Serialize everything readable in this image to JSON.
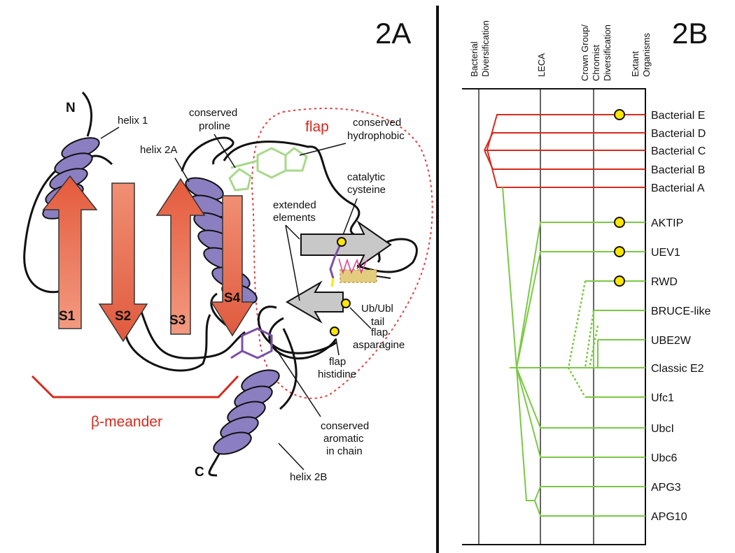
{
  "panel_a": {
    "label": "2A",
    "terminus_n": "N",
    "terminus_c": "C",
    "strands": [
      "S1",
      "S2",
      "S3",
      "S4"
    ],
    "beta_meander": "β-meander",
    "flap": "flap",
    "annotations": {
      "helix1": "helix 1",
      "helix2a": "helix 2A",
      "helix2b": "helix 2B",
      "proline_1": "conserved",
      "proline_2": "proline",
      "hydrophobic_1": "conserved",
      "hydrophobic_2": "hydrophobic",
      "cysteine_1": "catalytic",
      "cysteine_2": "cysteine",
      "extended_1": "extended",
      "extended_2": "elements",
      "ubtail_1": "Ub/Ubl",
      "ubtail_2": "tail",
      "asparagine_1": "flap",
      "asparagine_2": "asparagine",
      "histidine_1": "flap",
      "histidine_2": "histidine",
      "aromatic_1": "conserved",
      "aromatic_2": "aromatic",
      "aromatic_3": "in chain"
    }
  },
  "panel_b": {
    "label": "2B",
    "columns": [
      {
        "lines": [
          "Bacterial",
          "Diversification"
        ]
      },
      {
        "lines": [
          "LECA"
        ]
      },
      {
        "lines": [
          "Crown Group/",
          "Chromist",
          "Diversification"
        ]
      },
      {
        "lines": [
          "Extant",
          "Organisms"
        ]
      }
    ],
    "leaves": [
      {
        "name": "Bacterial E",
        "group": "bacterial",
        "marker": true
      },
      {
        "name": "Bacterial D",
        "group": "bacterial",
        "marker": false
      },
      {
        "name": "Bacterial C",
        "group": "bacterial",
        "marker": false
      },
      {
        "name": "Bacterial B",
        "group": "bacterial",
        "marker": false
      },
      {
        "name": "Bacterial A",
        "group": "bacterial",
        "marker": false
      },
      {
        "name": "AKTIP",
        "group": "eukaryotic",
        "marker": true
      },
      {
        "name": "UEV1",
        "group": "eukaryotic",
        "marker": true
      },
      {
        "name": "RWD",
        "group": "eukaryotic",
        "marker": true
      },
      {
        "name": "BRUCE-like",
        "group": "eukaryotic",
        "marker": false
      },
      {
        "name": "UBE2W",
        "group": "eukaryotic",
        "marker": false
      },
      {
        "name": "Classic E2",
        "group": "eukaryotic",
        "marker": false
      },
      {
        "name": "Ufc1",
        "group": "eukaryotic",
        "marker": false
      },
      {
        "name": "UbcI",
        "group": "eukaryotic",
        "marker": false
      },
      {
        "name": "Ubc6",
        "group": "eukaryotic",
        "marker": false
      },
      {
        "name": "APG3",
        "group": "eukaryotic",
        "marker": false
      },
      {
        "name": "APG10",
        "group": "eukaryotic",
        "marker": false
      }
    ]
  },
  "colors": {
    "bacterial_branch": "#d52b1e",
    "eukaryotic_branch": "#7ac943",
    "strand": "#e8634a",
    "helix": "#8b7fc2",
    "marker_fill": "#ffe600",
    "flap_outline": "#e23b3b",
    "extended_arrow": "#c8c8c8",
    "hydrophobic_ring": "#a8d88a",
    "aromatic_ring": "#7b4fa6"
  }
}
